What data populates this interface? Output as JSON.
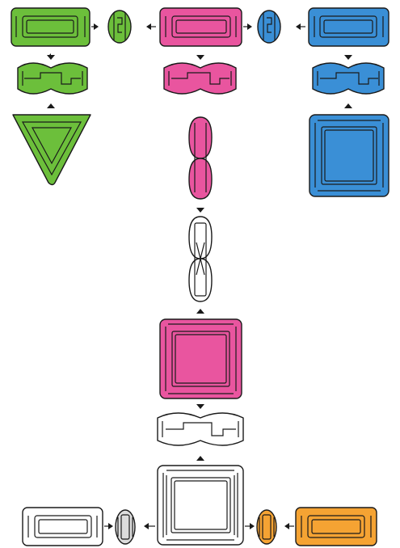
{
  "colors": {
    "green": "#6cbf3b",
    "green_dark": "#4f9a2a",
    "pink": "#e9559f",
    "pink_dark": "#c23a82",
    "blue": "#3a8fd6",
    "blue_dark": "#2a6fb0",
    "white": "#ffffff",
    "gray": "#dcdcdc",
    "orange": "#f5a333",
    "orange_dark": "#d98516",
    "stroke": "#1a1a1a"
  },
  "shapes": {
    "green": [
      "rect-plate",
      "round-connector",
      "double-dome-connector",
      "triangle-plate"
    ],
    "pink": [
      "rect-plate",
      "double-dome-connector",
      "vertical-dome-connector",
      "square-plate"
    ],
    "blue": [
      "rect-plate",
      "round-connector",
      "double-dome-connector",
      "square-plate"
    ],
    "white": [
      "vertical-dome-connector",
      "double-dome-connector",
      "square-plate",
      "rect-plate",
      "round-connector"
    ],
    "orange": [
      "round-connector",
      "rect-plate"
    ]
  }
}
